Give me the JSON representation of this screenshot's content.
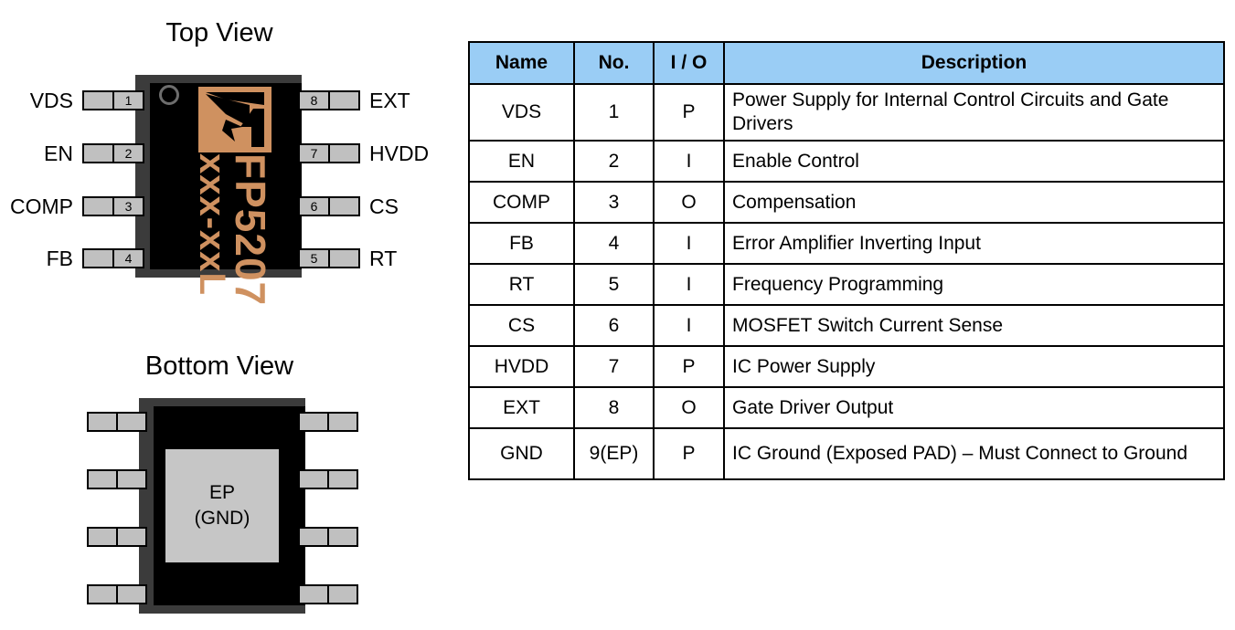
{
  "top_view": {
    "title": "Top View",
    "marking_line1": "FP5207",
    "marking_line2": "xxx-xxL",
    "left_pins": [
      {
        "label": "VDS",
        "number": "1"
      },
      {
        "label": "EN",
        "number": "2"
      },
      {
        "label": "COMP",
        "number": "3"
      },
      {
        "label": "FB",
        "number": "4"
      }
    ],
    "right_pins": [
      {
        "label": "EXT",
        "number": "8"
      },
      {
        "label": "HVDD",
        "number": "7"
      },
      {
        "label": "CS",
        "number": "6"
      },
      {
        "label": "RT",
        "number": "5"
      }
    ]
  },
  "bottom_view": {
    "title": "Bottom View",
    "ep_line1": "EP",
    "ep_line2": "(GND)"
  },
  "pin_table": {
    "headers": [
      "Name",
      "No.",
      "I / O",
      "Description"
    ],
    "rows": [
      {
        "name": "VDS",
        "no": "1",
        "io": "P",
        "desc": "Power Supply for Internal Control Circuits and Gate Drivers"
      },
      {
        "name": "EN",
        "no": "2",
        "io": "I",
        "desc": "Enable Control"
      },
      {
        "name": "COMP",
        "no": "3",
        "io": "O",
        "desc": "Compensation"
      },
      {
        "name": "FB",
        "no": "4",
        "io": "I",
        "desc": "Error Amplifier Inverting Input"
      },
      {
        "name": "RT",
        "no": "5",
        "io": "I",
        "desc": "Frequency Programming"
      },
      {
        "name": "CS",
        "no": "6",
        "io": "I",
        "desc": "MOSFET Switch Current Sense"
      },
      {
        "name": "HVDD",
        "no": "7",
        "io": "P",
        "desc": "IC Power Supply"
      },
      {
        "name": "EXT",
        "no": "8",
        "io": "O",
        "desc": "Gate Driver Output"
      },
      {
        "name": "GND",
        "no": "9(EP)",
        "io": "P",
        "desc": "IC Ground (Exposed PAD) – Must Connect to Ground"
      }
    ]
  },
  "colors": {
    "header_blue": "#9acdf5",
    "marking_tan": "#cf9160",
    "lead_gray": "#c0c0c0",
    "ep_gray": "#c6c6c6",
    "body_black": "#000000",
    "bevel_gray": "#3b3b3b"
  }
}
